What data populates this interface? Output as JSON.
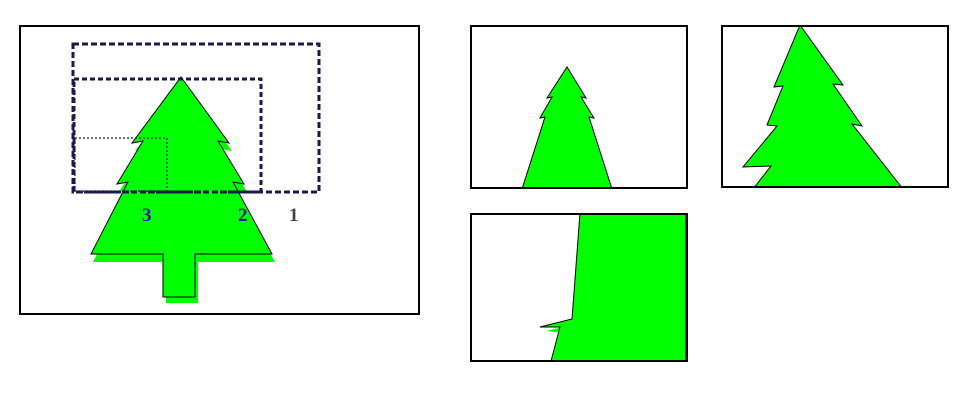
{
  "colors": {
    "tree_fill": "#00ff00",
    "tree_outline": "#000000",
    "frame": "#000000",
    "zoom_rect": "#1a1a4d",
    "label_blue": "#1a1aa6",
    "label_gray": "#444444"
  },
  "zoom_labels": {
    "z1": "1",
    "z2": "2",
    "z3": "3"
  }
}
